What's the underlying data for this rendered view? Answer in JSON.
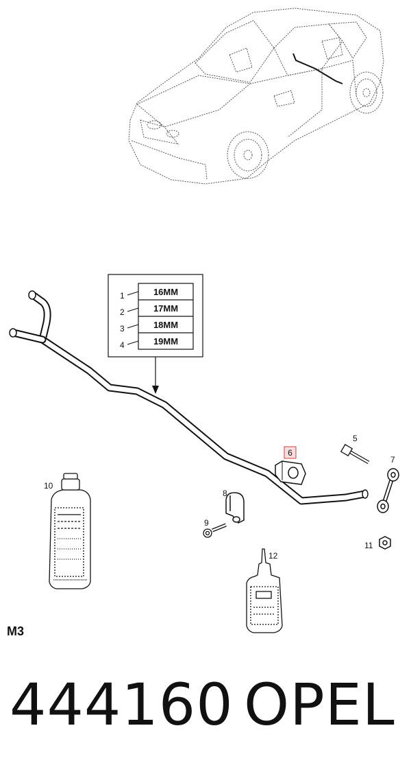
{
  "size_table": [
    {
      "index": "1",
      "size": "16MM"
    },
    {
      "index": "2",
      "size": "17MM"
    },
    {
      "index": "3",
      "size": "18MM"
    },
    {
      "index": "4",
      "size": "19MM"
    }
  ],
  "callouts": {
    "bolt_link": "5",
    "bushing": "6",
    "link_rod": "7",
    "clamp": "8",
    "bolt_clamp": "9",
    "fluid_bottle_large": "10",
    "nut": "11",
    "fluid_bottle_small": "12"
  },
  "model_code": "M3",
  "caption": {
    "part_number": "444160",
    "brand": "OPEL"
  },
  "colors": {
    "highlight_box": "#d04040",
    "highlight_fill": "#f6dede",
    "line": "#111111"
  }
}
